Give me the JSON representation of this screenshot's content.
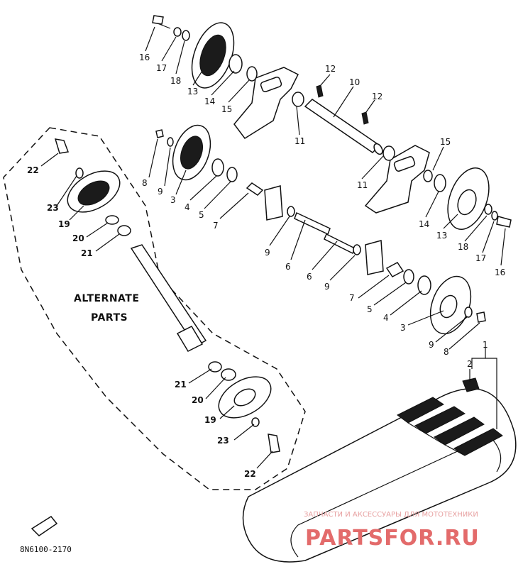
{
  "labels": {
    "l16a": "16",
    "l17a": "17",
    "l18a": "18",
    "l13a": "13",
    "l14a": "14",
    "l15a": "15",
    "l12a": "12",
    "l10": "10",
    "l12b": "12",
    "l11a": "11",
    "l11b": "11",
    "l15b": "15",
    "l8a": "8",
    "l9a": "9",
    "l3a": "3",
    "l4a": "4",
    "l5a": "5",
    "l7a": "7",
    "l14b": "14",
    "l13b": "13",
    "l18b": "18",
    "l17b": "17",
    "l16b": "16",
    "l9b": "9",
    "l6a": "6",
    "l6b": "6",
    "l9c": "9",
    "l7b": "7",
    "l5b": "5",
    "l4b": "4",
    "l3b": "3",
    "l9d": "9",
    "l8b": "8",
    "l1": "1",
    "l2": "2",
    "l22a": "22",
    "l23a": "23",
    "l19a": "19",
    "l20a": "20",
    "l21a": "21",
    "l21b": "21",
    "l20b": "20",
    "l19b": "19",
    "l23b": "23",
    "l22b": "22"
  },
  "alternate": {
    "line1": "ALTERNATE",
    "line2": "PARTS"
  },
  "drawing_code": "8N6100-2170",
  "watermark": {
    "caption": "ЗАПЧАСТИ И АКСЕССУАРЫ ДЛЯ МОТОТЕХНИКИ",
    "brand": "PARTSFOR.RU"
  }
}
